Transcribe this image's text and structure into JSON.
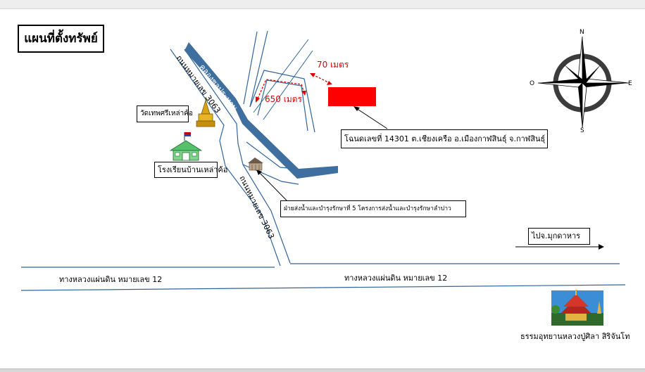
{
  "map": {
    "title": "แผนที่ตั้งทรัพย์",
    "canal_label_upper": "คลองชลประทาน",
    "canal_label_lower": "คลองชลประทาน",
    "road_3063_upper": "ถนนหมายเลข 3063",
    "road_3063_lower": "ถนนหมายเลข 3063",
    "highway_left": "ทางหลวงแผ่นดิน หมายเลข 12",
    "highway_right": "ทางหลวงแผ่นดิน หมายเลข 12",
    "dist_70": "70 เมตร",
    "dist_650": "650 เมตร",
    "deed_label": "โฉนดเลขที่ 14301 ต.เชียงเครือ อ.เมืองกาฬสินธุ์ จ.กาฬสินธุ์",
    "temple_label": "วัดเทพศรีเหล่าค้อ",
    "school_label": "โรงเรียนบ้านเหล่าค้อ",
    "irrigation_label": "ฝ่ายส่งน้ำและบำรุงรักษาที่ 5 โครงการส่งน้ำและบำรุงรักษาลำปาว",
    "direction_label": "ไปจ.มุกดาหาร",
    "park_label": "ธรรมอุทยานหลวงปู่ศิลา สิริจันโท",
    "compass": {
      "n": "N",
      "s": "S",
      "e": "E",
      "w": "O"
    },
    "colors": {
      "canal": "#3f6f9f",
      "road": "#31659a",
      "property": "#ff0000",
      "distance": "#e00000"
    }
  }
}
